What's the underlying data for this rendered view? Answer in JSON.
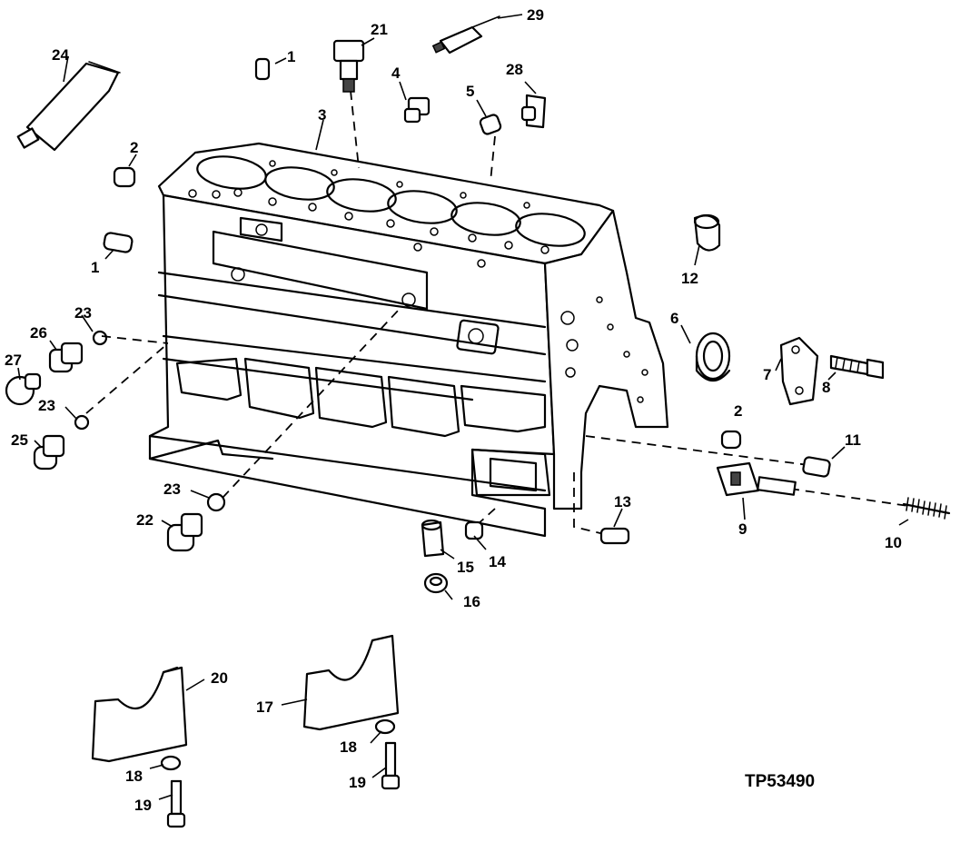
{
  "figure_code": "TP53490",
  "callouts": [
    "1",
    "2",
    "3",
    "4",
    "5",
    "6",
    "7",
    "8",
    "9",
    "10",
    "11",
    "12",
    "13",
    "14",
    "15",
    "16",
    "17",
    "18",
    "19",
    "20",
    "21",
    "22",
    "23",
    "24",
    "25",
    "26",
    "27",
    "28",
    "29"
  ]
}
